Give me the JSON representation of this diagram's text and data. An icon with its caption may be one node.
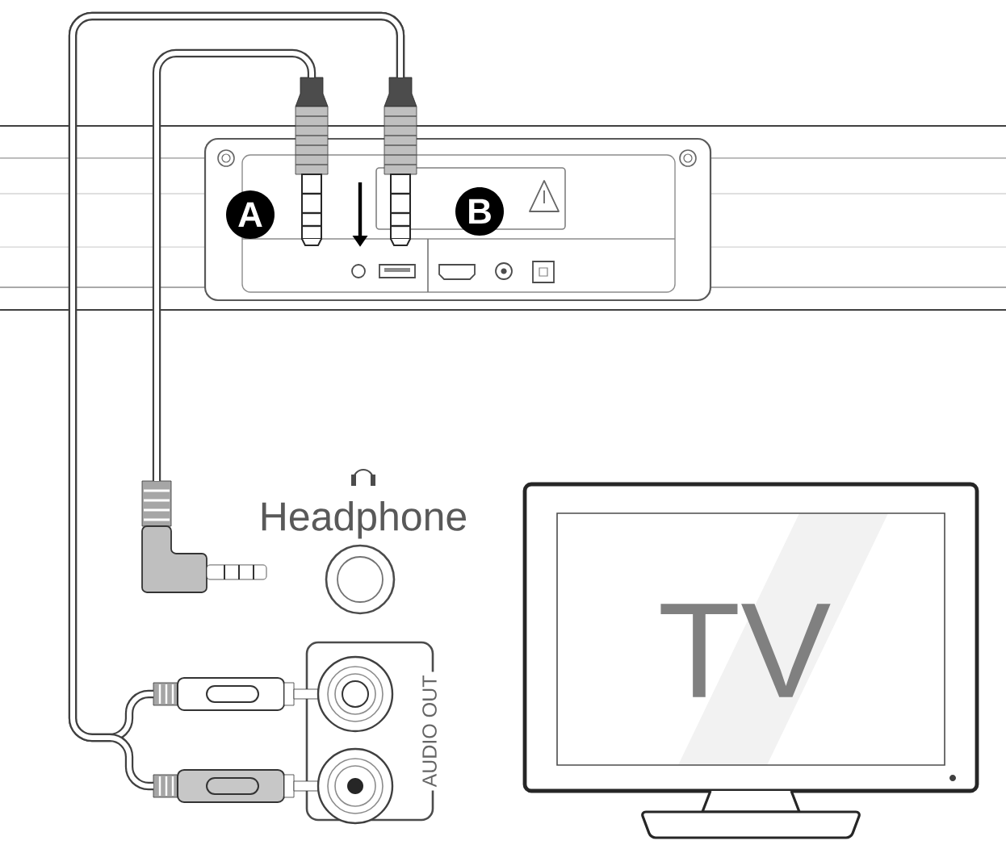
{
  "diagram": {
    "nodes": [
      {
        "text": [],
        "shape": "picture"
      },
      {
        "text": [],
        "shape": "picture"
      },
      {
        "text": [
          "A"
        ]
      },
      {
        "text": [
          "B"
        ]
      },
      {
        "text": [],
        "shape": "picture"
      },
      {
        "text": [
          "Headphone"
        ]
      },
      {
        "text": [
          "TV"
        ]
      },
      {
        "text": [
          "AUDIO OUT"
        ]
      },
      {
        "text": [],
        "shape": "picture"
      },
      {
        "text": [],
        "shape": "picture"
      },
      {
        "text": [],
        "shape": "circle",
        "in": 7
      },
      {
        "text": [],
        "shape": "circle",
        "in": 7
      }
    ],
    "edges": [
      {
        "from": 0,
        "to": 4,
        "arrow": "none"
      },
      {
        "from": 1,
        "to": 8,
        "arrow": "none"
      },
      {
        "from": 1,
        "to": 9,
        "arrow": "none"
      }
    ]
  }
}
